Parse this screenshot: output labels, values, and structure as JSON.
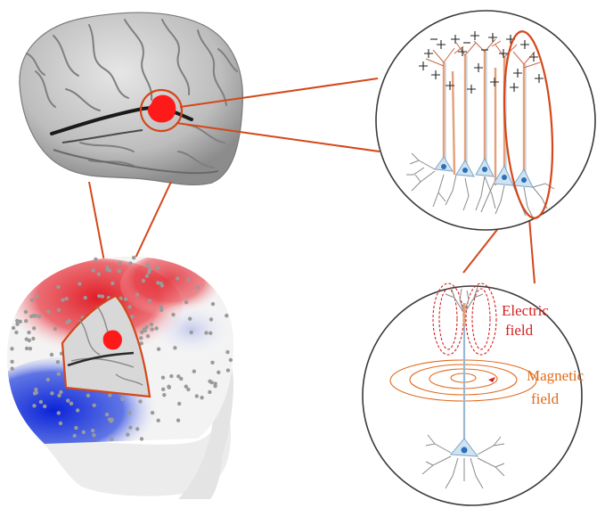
{
  "labels": {
    "electric_line1": "Electric",
    "electric_line2": "field",
    "magnetic_line1": "Magnetic",
    "magnetic_line2": "field"
  },
  "icons": {
    "brain": "brain-icon",
    "head": "head-icon",
    "neurons": "pyramidal-neuron-icon",
    "single_neuron": "single-neuron-icon"
  },
  "colors": {
    "connector": "#d4471a",
    "electric": "#d32020",
    "magnetic": "#e06a1c",
    "activation": "#ff1a1a",
    "eeg_positive": "#e0121c",
    "eeg_negative": "#1030d8",
    "neuron_body": "#cfe3f3",
    "neuron_nucleus": "#2a6fb8"
  }
}
